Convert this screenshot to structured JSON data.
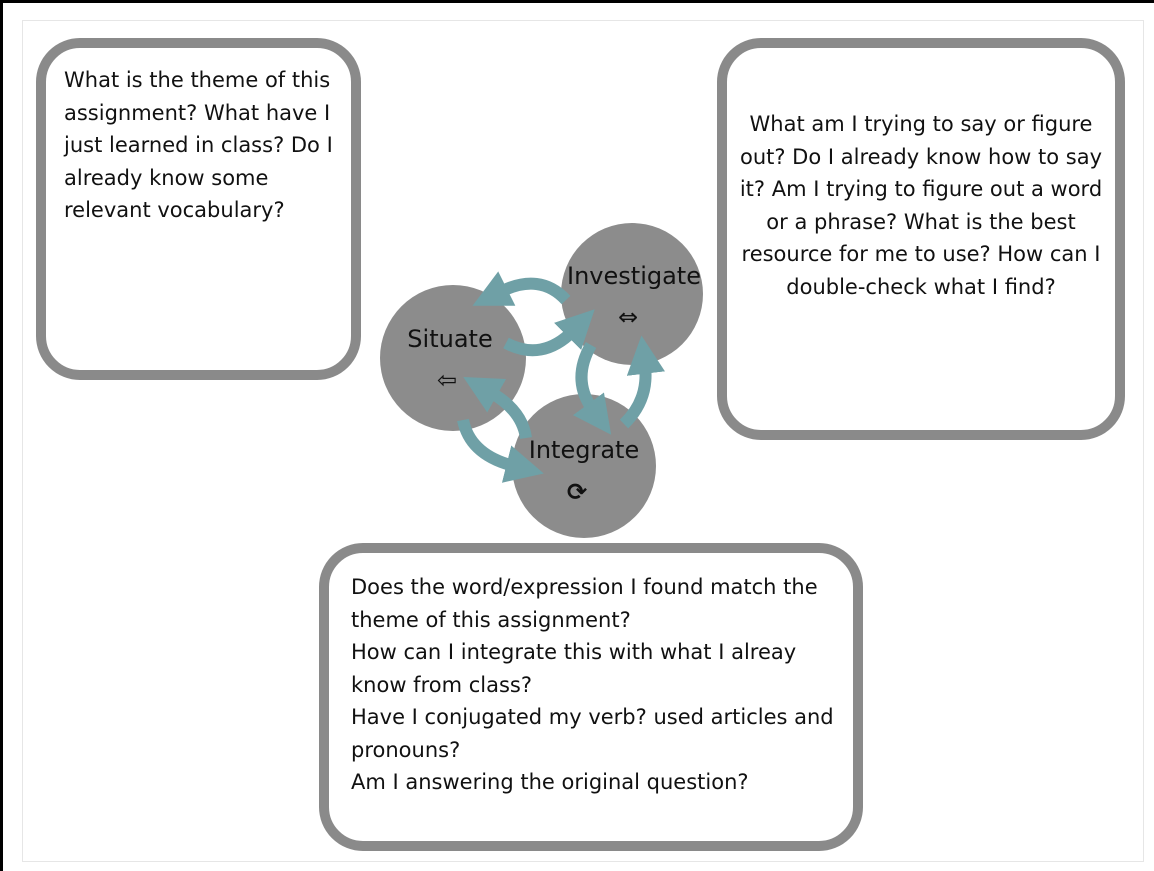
{
  "boxes": {
    "situate_questions": "What is the theme of this assignment? What have I just learned in class? Do I already know some relevant vocabulary?",
    "investigate_questions": "What am I trying to say or figure out? Do I already know how to say it? Am I trying to figure out a word or a phrase? What is the best resource for me to use? How can I double-check what I find?",
    "integrate_questions": [
      "Does the word/expression I found match the theme of this assignment?",
      "How can I integrate this with what I alreay know from class?",
      "Have I conjugated my verb? used articles and pronouns?",
      "Am I answering the original question?"
    ]
  },
  "cycle": {
    "nodes": [
      {
        "id": "situate",
        "label": "Situate",
        "symbol": "⇦",
        "icon": "left-arrow-icon"
      },
      {
        "id": "investigate",
        "label": "Investigate",
        "symbol": "⇔",
        "icon": "left-right-arrow-icon"
      },
      {
        "id": "integrate",
        "label": "Integrate",
        "symbol": "⟳",
        "icon": "cycle-arrow-icon"
      }
    ]
  },
  "colors": {
    "box_border": "#8a8a8a",
    "circle_fill": "#8c8c8c",
    "arrow": "#6fa0a6"
  }
}
